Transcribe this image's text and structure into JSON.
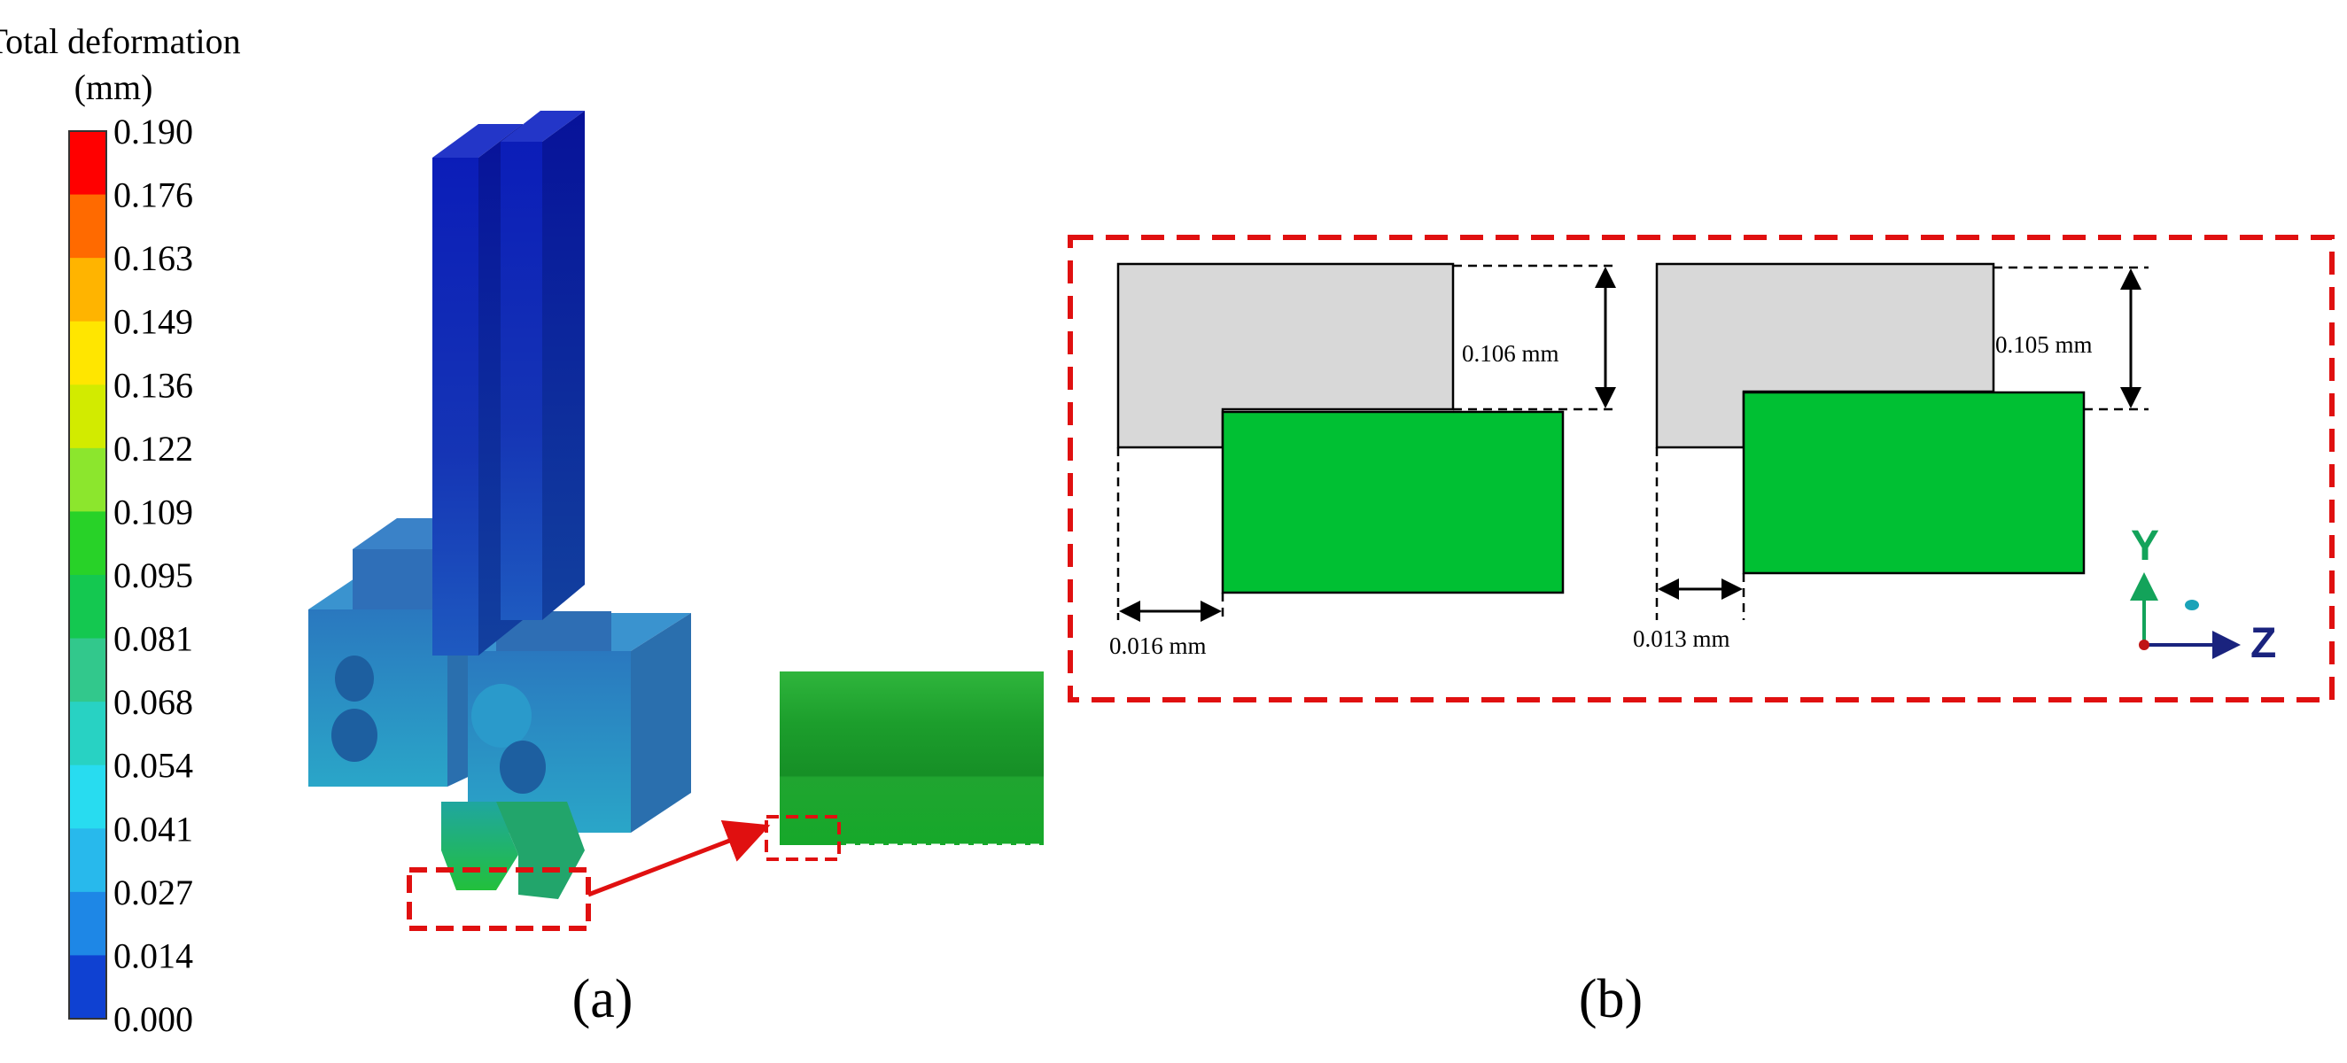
{
  "legend": {
    "title_line1": "Total deformation",
    "title_line2": "(mm)",
    "ticks": [
      "0.190",
      "0.176",
      "0.163",
      "0.149",
      "0.136",
      "0.122",
      "0.109",
      "0.095",
      "0.081",
      "0.068",
      "0.054",
      "0.041",
      "0.027",
      "0.014",
      "0.000"
    ],
    "colors": [
      "#ff0000",
      "#ff6a00",
      "#ffb400",
      "#ffe600",
      "#d2eb00",
      "#8ce62d",
      "#28d228",
      "#14c850",
      "#32c88c",
      "#28d2c3",
      "#28dcf0",
      "#28b9ec",
      "#1e87e6",
      "#0f41d2"
    ]
  },
  "panel_a": {
    "label": "(a)"
  },
  "panel_b": {
    "label": "(b)",
    "left": {
      "vertical_gap": "0.106 mm",
      "horizontal_gap": "0.016 mm"
    },
    "right": {
      "vertical_gap": "0.105 mm",
      "horizontal_gap": "0.013 mm"
    },
    "axes": {
      "y_label": "Y",
      "z_label": "Z"
    }
  },
  "colors": {
    "highlight_red": "#e01010",
    "gray_part": "#d8d8d8",
    "green_part": "#00c033",
    "axis_y": "#13a35a",
    "axis_z": "#1a237e"
  }
}
